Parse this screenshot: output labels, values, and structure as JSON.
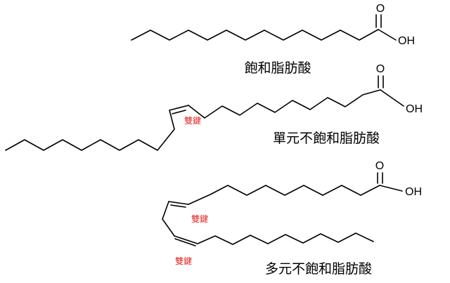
{
  "diagram": {
    "background": "#ffffff",
    "bond_color": "#000000",
    "annotation_color": "#e52421"
  },
  "molecules": [
    {
      "id": "saturated",
      "label": "飽和脂肪酸",
      "carbonyl_oxygen": "O",
      "hydroxyl": "OH",
      "double_bond_labels": []
    },
    {
      "id": "monounsaturated",
      "label": "單元不飽和脂肪酸",
      "carbonyl_oxygen": "O",
      "hydroxyl": "OH",
      "double_bond_labels": [
        "雙鍵"
      ]
    },
    {
      "id": "polyunsaturated",
      "label": "多元不飽和脂肪酸",
      "carbonyl_oxygen": "O",
      "hydroxyl": "OH",
      "double_bond_labels": [
        "雙鍵",
        "雙鍵"
      ]
    }
  ]
}
